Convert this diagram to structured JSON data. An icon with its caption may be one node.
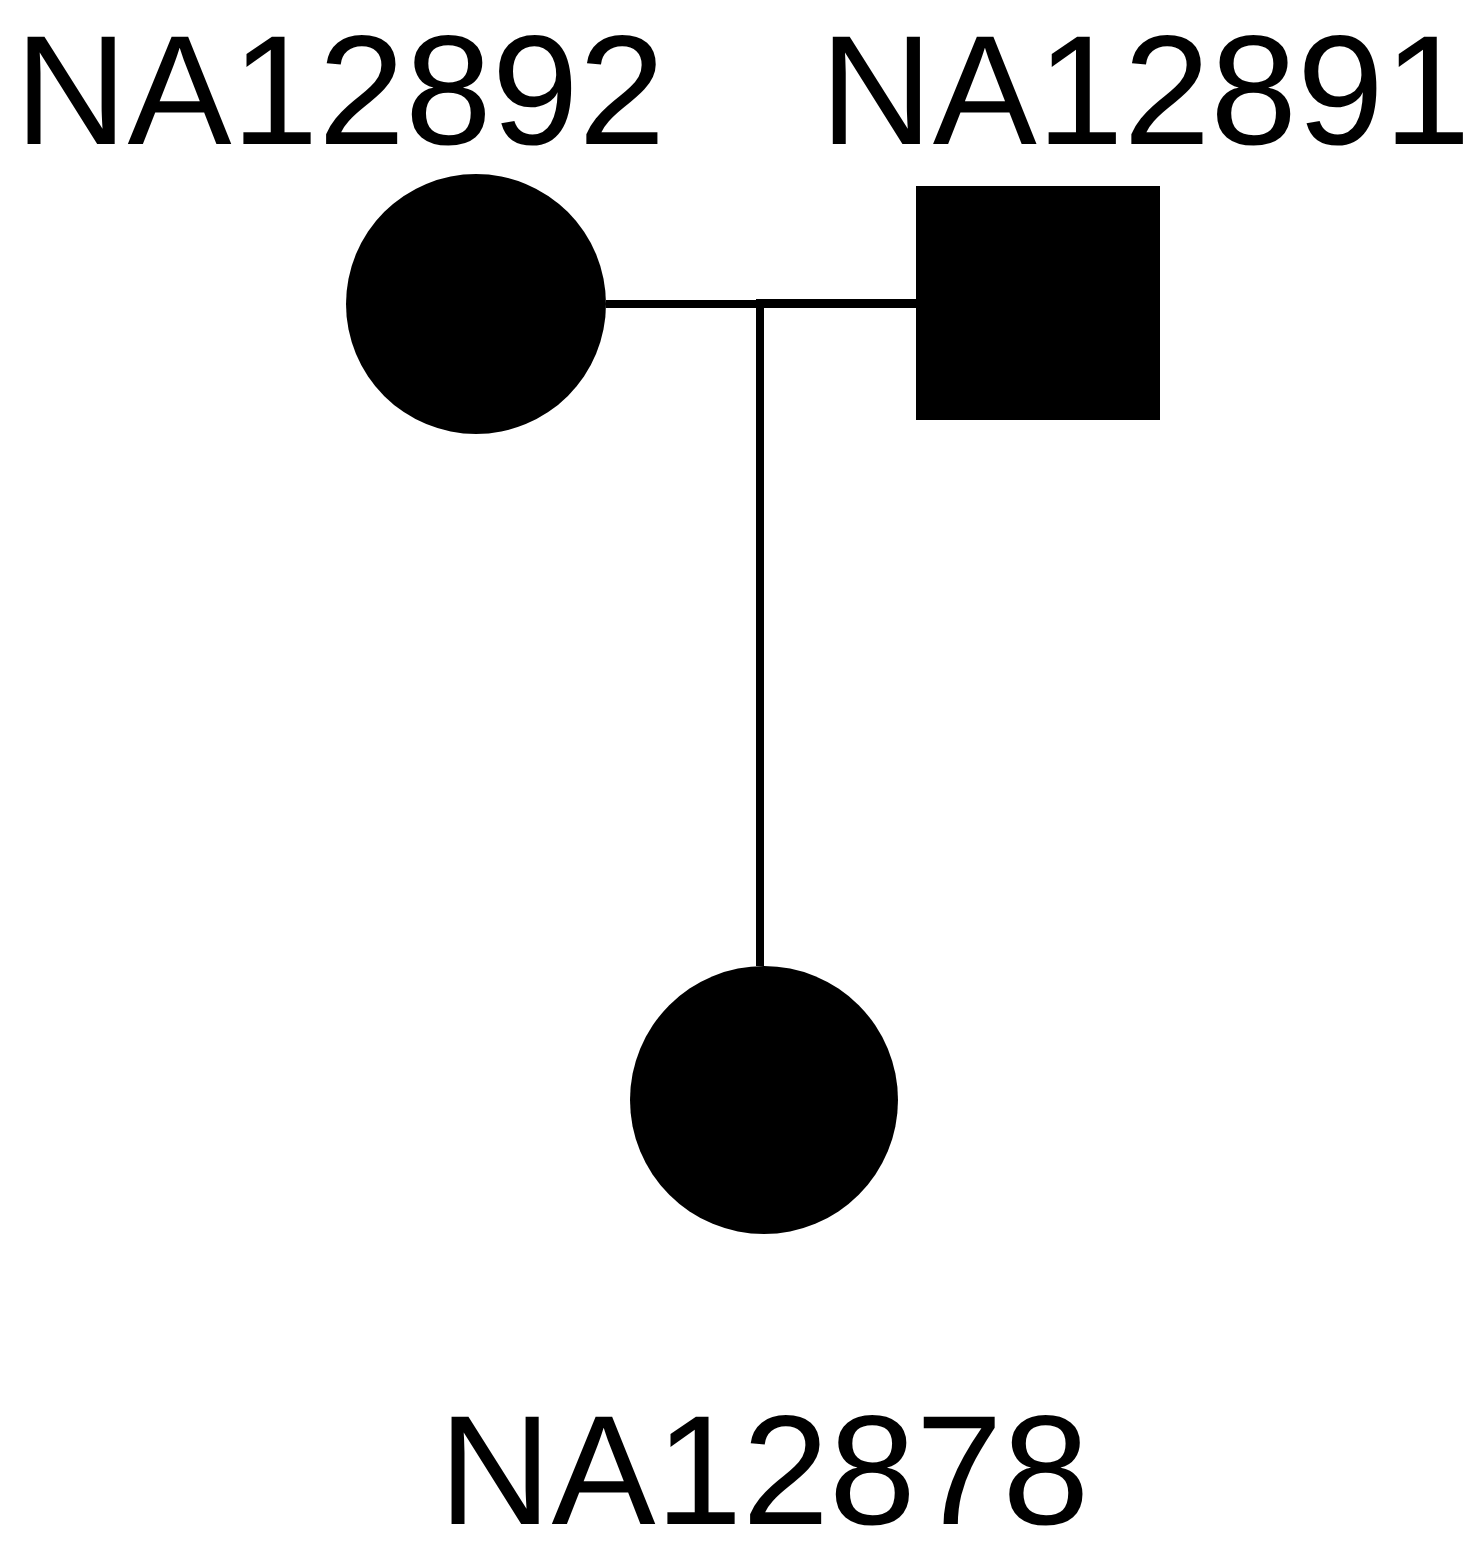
{
  "diagram": {
    "nodes": [
      {
        "text": [],
        "shape": "circle",
        "beside": [
          "NA12892"
        ]
      },
      {
        "text": [],
        "shape": "box",
        "beside": [
          "NA12891"
        ]
      },
      {
        "text": [],
        "shape": "circle",
        "beside": [
          "NA12878"
        ]
      }
    ],
    "edges": [
      {
        "from": 0,
        "to": 1,
        "arrow": "none"
      },
      {
        "from": 0,
        "to": 2,
        "arrow": "none"
      },
      {
        "from": 1,
        "to": 2,
        "arrow": "none"
      }
    ]
  }
}
